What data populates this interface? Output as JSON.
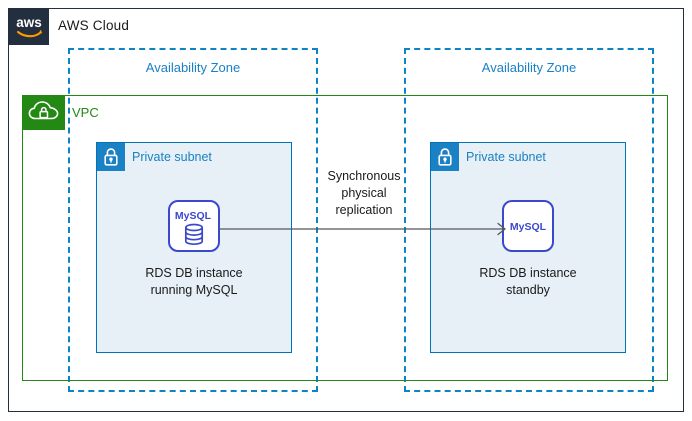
{
  "diagram": {
    "cloud": {
      "label": "AWS Cloud",
      "logo_icon": "aws-logo-icon",
      "border_color": "#232f3e"
    },
    "availability_zones": [
      {
        "label": "Availability Zone"
      },
      {
        "label": "Availability Zone"
      }
    ],
    "vpc": {
      "label": "VPC",
      "icon": "vpc-cloud-lock-icon",
      "color": "#248814"
    },
    "subnets": [
      {
        "label": "Private subnet",
        "icon": "padlock-icon",
        "color": "#1a81c4",
        "fill": "#e6f0f6"
      },
      {
        "label": "Private subnet",
        "icon": "padlock-icon",
        "color": "#1a81c4",
        "fill": "#e6f0f6"
      }
    ],
    "resources": [
      {
        "icon": "rds-mysql-primary-icon",
        "icon_text": "MySQL",
        "has_database_cylinder": true,
        "label_line1": "RDS DB instance",
        "label_line2": "running MySQL",
        "color": "#3b48cc"
      },
      {
        "icon": "rds-mysql-standby-icon",
        "icon_text": "MySQL",
        "has_database_cylinder": false,
        "label_line1": "RDS DB instance",
        "label_line2": "standby",
        "color": "#3b48cc"
      }
    ],
    "connection": {
      "icon": "replication-arrow-icon",
      "direction": "left-to-right",
      "caption_line1": "Synchronous",
      "caption_line2": "physical",
      "caption_line3": "replication",
      "line_color": "#55565a"
    }
  }
}
